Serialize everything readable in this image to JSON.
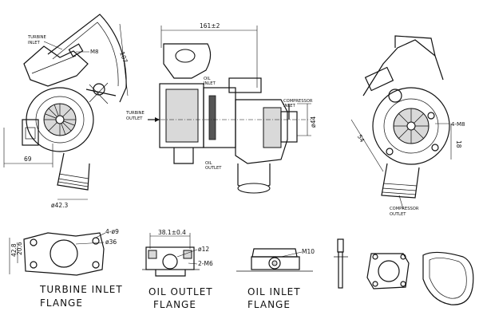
{
  "view_left": {
    "turbine_inlet": [
      "TURBINE",
      "INLET"
    ],
    "thread": "M8",
    "angle": "107",
    "width": "69",
    "diameter_outlet": "ø42.3"
  },
  "view_center": {
    "top_width": "161±2",
    "oil_inlet": [
      "OIL",
      "INLET"
    ],
    "oil_outlet": [
      "OIL",
      "OUTLET"
    ],
    "turbine_outlet": [
      "TURBINE",
      "OUTLET"
    ],
    "compressor_inlet": [
      "COMPRESSOR",
      "INLET"
    ],
    "compressor_diameter": "ø44"
  },
  "view_right": {
    "thread": "4-M8",
    "dim_left": "54",
    "dim_right": "18",
    "compressor_outlet": [
      "COMPRESSOR",
      "OUTLET"
    ]
  },
  "flange_turbine": {
    "holes": "4-ø9",
    "bore": "ø36",
    "dim_a": "42.8",
    "dim_b": "20.6",
    "caption": [
      "TURBINE  INLET",
      "FLANGE"
    ]
  },
  "flange_oil_outlet": {
    "width": "38.1±0.4",
    "bore": "ø12",
    "thread": "2-M6",
    "caption": [
      "OIL  OUTLET",
      "FLANGE"
    ]
  },
  "flange_oil_inlet": {
    "thread": "M10",
    "caption": [
      "OIL  INLET",
      "FLANGE"
    ]
  },
  "colors": {
    "ink": "#111111",
    "shade": "#d9d9d9",
    "paper": "#ffffff"
  }
}
